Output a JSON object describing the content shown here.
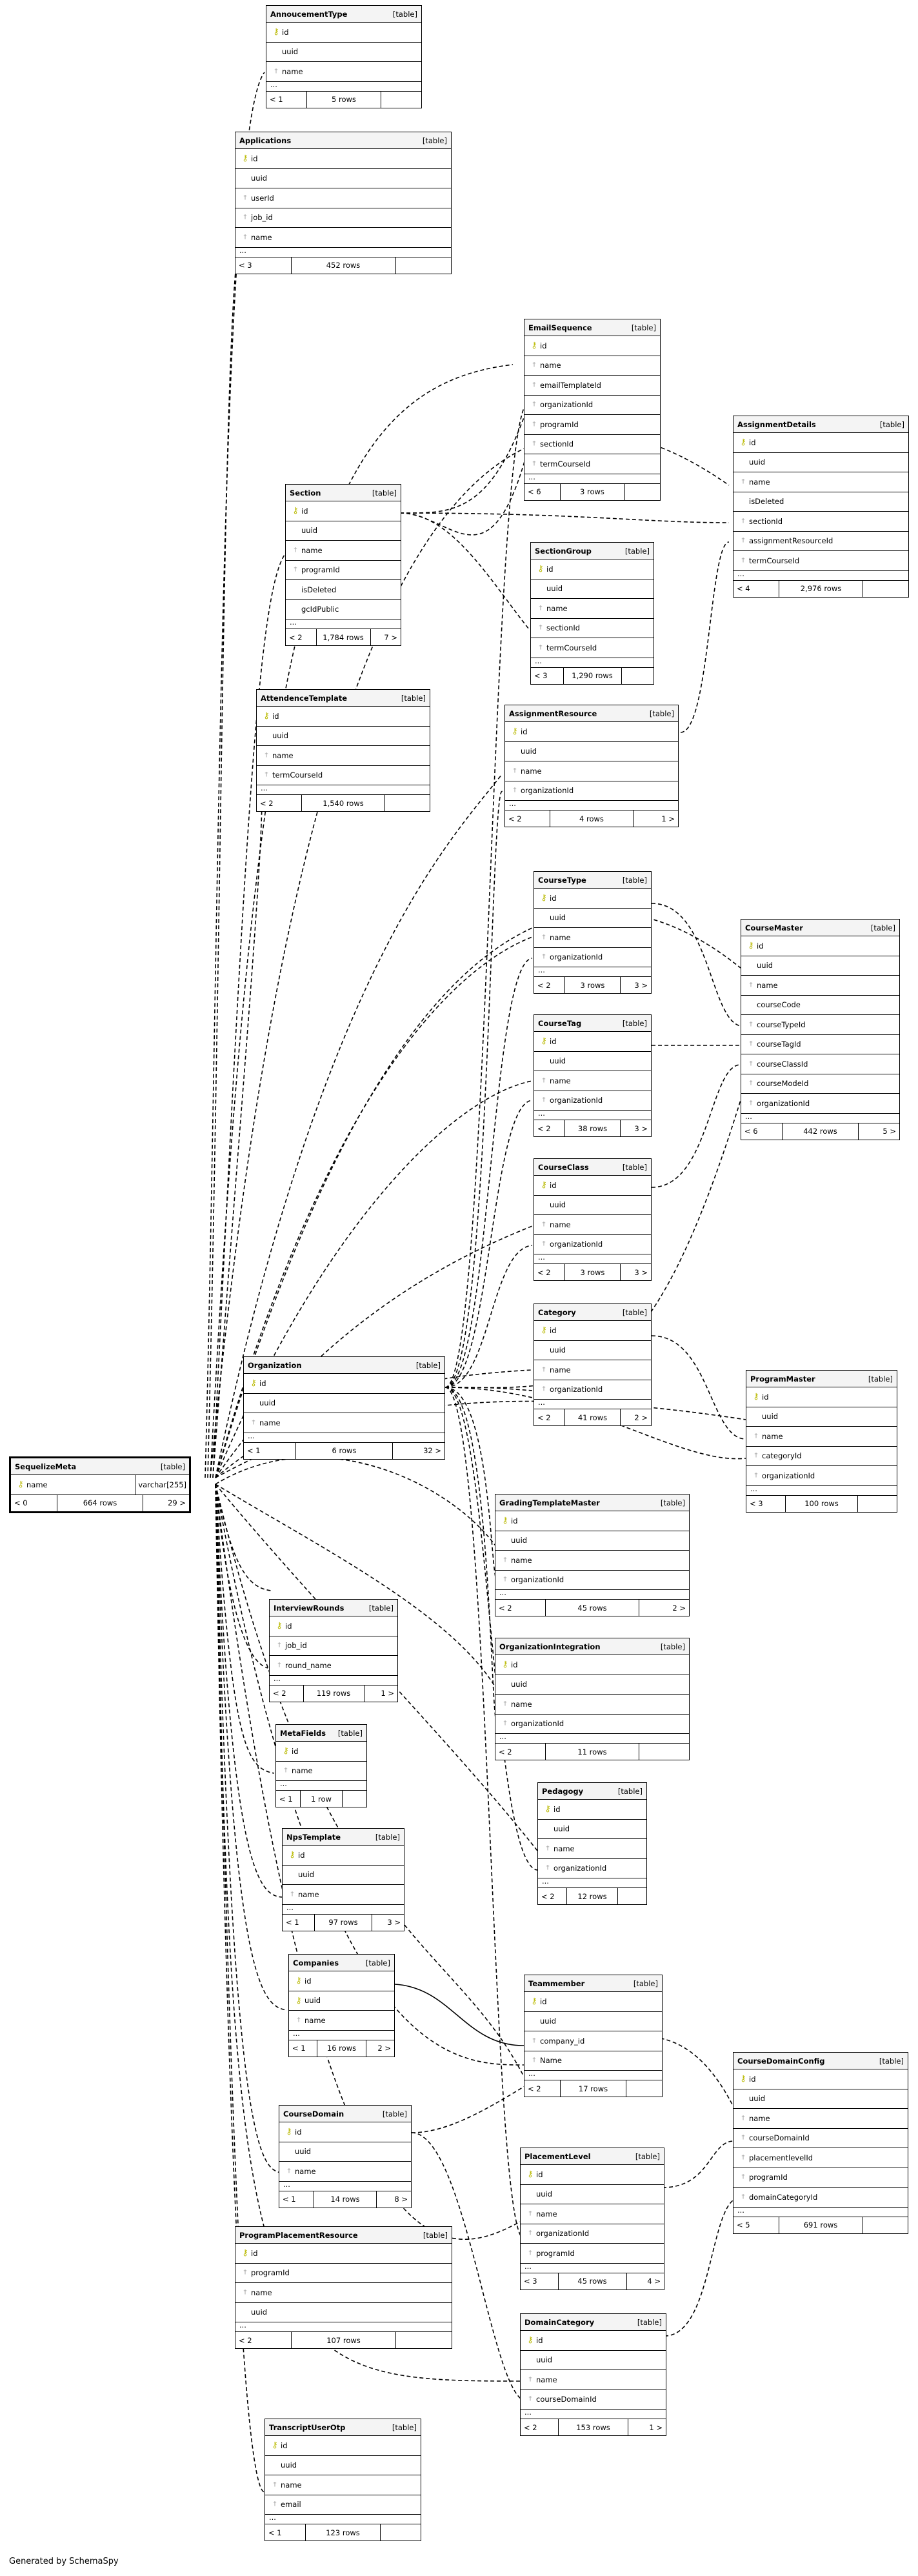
{
  "credit": "Generated by SchemaSpy",
  "tables": [
    {
      "name": "AnnoucementType",
      "tag": "[table]",
      "cols": [
        [
          "pk",
          "id"
        ],
        [
          "",
          "uuid"
        ],
        [
          "fk",
          "name"
        ],
        [
          "",
          "..."
        ]
      ],
      "foot": [
        "< 1",
        "5 rows",
        ""
      ]
    },
    {
      "name": "Applications",
      "tag": "[table]",
      "cols": [
        [
          "pk",
          "id"
        ],
        [
          "",
          "uuid"
        ],
        [
          "fk",
          "userId"
        ],
        [
          "fk",
          "job_id"
        ],
        [
          "fk",
          "name"
        ],
        [
          "",
          "..."
        ]
      ],
      "foot": [
        "< 3",
        "452 rows",
        ""
      ]
    },
    {
      "name": "EmailSequence",
      "tag": "[table]",
      "cols": [
        [
          "pk",
          "id"
        ],
        [
          "fk",
          "name"
        ],
        [
          "fk",
          "emailTemplateId"
        ],
        [
          "fk",
          "organizationId"
        ],
        [
          "fk",
          "programId"
        ],
        [
          "fk",
          "sectionId"
        ],
        [
          "fk",
          "termCourseId"
        ],
        [
          "",
          "..."
        ]
      ],
      "foot": [
        "< 6",
        "3 rows",
        ""
      ]
    },
    {
      "name": "AssignmentDetails",
      "tag": "[table]",
      "cols": [
        [
          "pk",
          "id"
        ],
        [
          "",
          "uuid"
        ],
        [
          "fk",
          "name"
        ],
        [
          "",
          "isDeleted"
        ],
        [
          "fk",
          "sectionId"
        ],
        [
          "fk",
          "assignmentResourceId"
        ],
        [
          "fk",
          "termCourseId"
        ],
        [
          "",
          "..."
        ]
      ],
      "foot": [
        "< 4",
        "2,976 rows",
        ""
      ]
    },
    {
      "name": "Section",
      "tag": "[table]",
      "cols": [
        [
          "pk",
          "id"
        ],
        [
          "",
          "uuid"
        ],
        [
          "fk",
          "name"
        ],
        [
          "fk",
          "programId"
        ],
        [
          "",
          "isDeleted"
        ],
        [
          "",
          "gcIdPublic"
        ],
        [
          "",
          "..."
        ]
      ],
      "foot": [
        "< 2",
        "1,784 rows",
        "7 >"
      ]
    },
    {
      "name": "SectionGroup",
      "tag": "[table]",
      "cols": [
        [
          "pk",
          "id"
        ],
        [
          "",
          "uuid"
        ],
        [
          "fk",
          "name"
        ],
        [
          "fk",
          "sectionId"
        ],
        [
          "fk",
          "termCourseId"
        ],
        [
          "",
          "..."
        ]
      ],
      "foot": [
        "< 3",
        "1,290 rows",
        ""
      ]
    },
    {
      "name": "AttendenceTemplate",
      "tag": "[table]",
      "cols": [
        [
          "pk",
          "id"
        ],
        [
          "",
          "uuid"
        ],
        [
          "fk",
          "name"
        ],
        [
          "fk",
          "termCourseId"
        ],
        [
          "",
          "..."
        ]
      ],
      "foot": [
        "< 2",
        "1,540 rows",
        ""
      ]
    },
    {
      "name": "AssignmentResource",
      "tag": "[table]",
      "cols": [
        [
          "pk",
          "id"
        ],
        [
          "",
          "uuid"
        ],
        [
          "fk",
          "name"
        ],
        [
          "fk",
          "organizationId"
        ],
        [
          "",
          "..."
        ]
      ],
      "foot": [
        "< 2",
        "4 rows",
        "1 >"
      ]
    },
    {
      "name": "CourseType",
      "tag": "[table]",
      "cols": [
        [
          "pk",
          "id"
        ],
        [
          "",
          "uuid"
        ],
        [
          "fk",
          "name"
        ],
        [
          "fk",
          "organizationId"
        ],
        [
          "",
          "..."
        ]
      ],
      "foot": [
        "< 2",
        "3 rows",
        "3 >"
      ]
    },
    {
      "name": "CourseMaster",
      "tag": "[table]",
      "cols": [
        [
          "pk",
          "id"
        ],
        [
          "",
          "uuid"
        ],
        [
          "fk",
          "name"
        ],
        [
          "",
          "courseCode"
        ],
        [
          "fk",
          "courseTypeId"
        ],
        [
          "fk",
          "courseTagId"
        ],
        [
          "fk",
          "courseClassId"
        ],
        [
          "fk",
          "courseModeId"
        ],
        [
          "fk",
          "organizationId"
        ],
        [
          "",
          "..."
        ]
      ],
      "foot": [
        "< 6",
        "442 rows",
        "5 >"
      ]
    },
    {
      "name": "CourseTag",
      "tag": "[table]",
      "cols": [
        [
          "pk",
          "id"
        ],
        [
          "",
          "uuid"
        ],
        [
          "fk",
          "name"
        ],
        [
          "fk",
          "organizationId"
        ],
        [
          "",
          "..."
        ]
      ],
      "foot": [
        "< 2",
        "38 rows",
        "3 >"
      ]
    },
    {
      "name": "CourseClass",
      "tag": "[table]",
      "cols": [
        [
          "pk",
          "id"
        ],
        [
          "",
          "uuid"
        ],
        [
          "fk",
          "name"
        ],
        [
          "fk",
          "organizationId"
        ],
        [
          "",
          "..."
        ]
      ],
      "foot": [
        "< 2",
        "3 rows",
        "3 >"
      ]
    },
    {
      "name": "Category",
      "tag": "[table]",
      "cols": [
        [
          "pk",
          "id"
        ],
        [
          "",
          "uuid"
        ],
        [
          "fk",
          "name"
        ],
        [
          "fk",
          "organizationId"
        ],
        [
          "",
          "..."
        ]
      ],
      "foot": [
        "< 2",
        "41 rows",
        "2 >"
      ]
    },
    {
      "name": "Organization",
      "tag": "[table]",
      "cols": [
        [
          "pk",
          "id"
        ],
        [
          "",
          "uuid"
        ],
        [
          "fk",
          "name"
        ],
        [
          "",
          "..."
        ]
      ],
      "foot": [
        "< 1",
        "6 rows",
        "32 >"
      ]
    },
    {
      "name": "ProgramMaster",
      "tag": "[table]",
      "cols": [
        [
          "pk",
          "id"
        ],
        [
          "",
          "uuid"
        ],
        [
          "fk",
          "name"
        ],
        [
          "fk",
          "categoryId"
        ],
        [
          "fk",
          "organizationId"
        ],
        [
          "",
          "..."
        ]
      ],
      "foot": [
        "< 3",
        "100 rows",
        ""
      ]
    },
    {
      "name": "SequelizeMeta",
      "tag": "[table]",
      "cols": [
        [
          "pk",
          "name",
          "varchar[255]"
        ]
      ],
      "foot": [
        "< 0",
        "664 rows",
        "29 >"
      ]
    },
    {
      "name": "GradingTemplateMaster",
      "tag": "[table]",
      "cols": [
        [
          "pk",
          "id"
        ],
        [
          "",
          "uuid"
        ],
        [
          "fk",
          "name"
        ],
        [
          "fk",
          "organizationId"
        ],
        [
          "",
          "..."
        ]
      ],
      "foot": [
        "< 2",
        "45 rows",
        "2 >"
      ]
    },
    {
      "name": "InterviewRounds",
      "tag": "[table]",
      "cols": [
        [
          "pk",
          "id"
        ],
        [
          "fk",
          "job_id"
        ],
        [
          "fk",
          "round_name"
        ],
        [
          "",
          "..."
        ]
      ],
      "foot": [
        "< 2",
        "119 rows",
        "1 >"
      ]
    },
    {
      "name": "OrganizationIntegration",
      "tag": "[table]",
      "cols": [
        [
          "pk",
          "id"
        ],
        [
          "",
          "uuid"
        ],
        [
          "fk",
          "name"
        ],
        [
          "fk",
          "organizationId"
        ],
        [
          "",
          "..."
        ]
      ],
      "foot": [
        "< 2",
        "11 rows",
        ""
      ]
    },
    {
      "name": "MetaFields",
      "tag": "[table]",
      "cols": [
        [
          "pk",
          "id"
        ],
        [
          "fk",
          "name"
        ],
        [
          "",
          "..."
        ]
      ],
      "foot": [
        "< 1",
        "1 row",
        ""
      ]
    },
    {
      "name": "Pedagogy",
      "tag": "[table]",
      "cols": [
        [
          "pk",
          "id"
        ],
        [
          "",
          "uuid"
        ],
        [
          "fk",
          "name"
        ],
        [
          "fk",
          "organizationId"
        ],
        [
          "",
          "..."
        ]
      ],
      "foot": [
        "< 2",
        "12 rows",
        ""
      ]
    },
    {
      "name": "NpsTemplate",
      "tag": "[table]",
      "cols": [
        [
          "pk",
          "id"
        ],
        [
          "",
          "uuid"
        ],
        [
          "fk",
          "name"
        ],
        [
          "",
          "..."
        ]
      ],
      "foot": [
        "< 1",
        "97 rows",
        "3 >"
      ]
    },
    {
      "name": "Companies",
      "tag": "[table]",
      "cols": [
        [
          "pk",
          "id"
        ],
        [
          "pk",
          "uuid"
        ],
        [
          "fk",
          "name"
        ],
        [
          "",
          "..."
        ]
      ],
      "foot": [
        "< 1",
        "16 rows",
        "2 >"
      ]
    },
    {
      "name": "Teammember",
      "tag": "[table]",
      "cols": [
        [
          "pk",
          "id"
        ],
        [
          "",
          "uuid"
        ],
        [
          "fk",
          "company_id"
        ],
        [
          "fk",
          "Name"
        ],
        [
          "",
          "..."
        ]
      ],
      "foot": [
        "< 2",
        "17 rows",
        ""
      ]
    },
    {
      "name": "CourseDomainConfig",
      "tag": "[table]",
      "cols": [
        [
          "pk",
          "id"
        ],
        [
          "",
          "uuid"
        ],
        [
          "fk",
          "name"
        ],
        [
          "fk",
          "courseDomainId"
        ],
        [
          "fk",
          "placementlevelId"
        ],
        [
          "fk",
          "programId"
        ],
        [
          "fk",
          "domainCategoryId"
        ],
        [
          "",
          "..."
        ]
      ],
      "foot": [
        "< 5",
        "691 rows",
        ""
      ]
    },
    {
      "name": "CourseDomain",
      "tag": "[table]",
      "cols": [
        [
          "pk",
          "id"
        ],
        [
          "",
          "uuid"
        ],
        [
          "fk",
          "name"
        ],
        [
          "",
          "..."
        ]
      ],
      "foot": [
        "< 1",
        "14 rows",
        "8 >"
      ]
    },
    {
      "name": "PlacementLevel",
      "tag": "[table]",
      "cols": [
        [
          "pk",
          "id"
        ],
        [
          "",
          "uuid"
        ],
        [
          "fk",
          "name"
        ],
        [
          "fk",
          "organizationId"
        ],
        [
          "fk",
          "programId"
        ],
        [
          "",
          "..."
        ]
      ],
      "foot": [
        "< 3",
        "45 rows",
        "4 >"
      ]
    },
    {
      "name": "ProgramPlacementResource",
      "tag": "[table]",
      "cols": [
        [
          "pk",
          "id"
        ],
        [
          "fk",
          "programId"
        ],
        [
          "fk",
          "name"
        ],
        [
          "",
          "uuid"
        ],
        [
          "",
          "..."
        ]
      ],
      "foot": [
        "< 2",
        "107 rows",
        ""
      ]
    },
    {
      "name": "DomainCategory",
      "tag": "[table]",
      "cols": [
        [
          "pk",
          "id"
        ],
        [
          "",
          "uuid"
        ],
        [
          "fk",
          "name"
        ],
        [
          "fk",
          "courseDomainId"
        ],
        [
          "",
          "..."
        ]
      ],
      "foot": [
        "< 2",
        "153 rows",
        "1 >"
      ]
    },
    {
      "name": "TranscriptUserOtp",
      "tag": "[table]",
      "cols": [
        [
          "pk",
          "id"
        ],
        [
          "",
          "uuid"
        ],
        [
          "fk",
          "name"
        ],
        [
          "fk",
          "email"
        ],
        [
          "",
          "..."
        ]
      ],
      "foot": [
        "< 1",
        "123 rows",
        ""
      ]
    }
  ]
}
